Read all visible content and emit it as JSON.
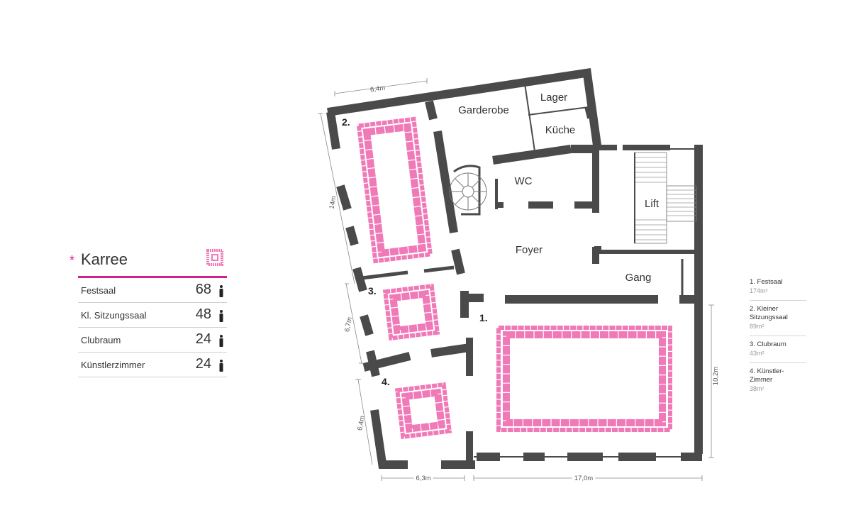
{
  "panel": {
    "star": "*",
    "title": "Karree",
    "rows": [
      {
        "name": "Festsaal",
        "count": "68"
      },
      {
        "name": "Kl. Sitzungssaal",
        "count": "48"
      },
      {
        "name": "Clubraum",
        "count": "24"
      },
      {
        "name": "Künstlerzimmer",
        "count": "24"
      }
    ]
  },
  "legend": [
    {
      "name": "1. Festsaal",
      "area": "174m²"
    },
    {
      "name": "2. Kleiner\nSitzungssaal",
      "area": "89m²"
    },
    {
      "name": "3. Clubraum",
      "area": "43m²"
    },
    {
      "name": "4. Künstler-\nZimmer",
      "area": "38m²"
    }
  ],
  "plan": {
    "rooms": {
      "garderobe": "Garderobe",
      "lager": "Lager",
      "kueche": "Küche",
      "wc": "WC",
      "lift": "Lift",
      "foyer": "Foyer",
      "gang": "Gang"
    },
    "numbers": {
      "r1": "1.",
      "r2": "2.",
      "r3": "3.",
      "r4": "4."
    },
    "dimensions": {
      "top": "6,4m",
      "left_upper": "14m",
      "left_middle": "6,7m",
      "left_lower": "6,4m",
      "bottom_left": "6,3m",
      "bottom_right": "17,0m",
      "right": "10,2m"
    }
  },
  "colors": {
    "accent": "#d61e8c",
    "seat": "#f07ab8",
    "wall": "#4a4a4a"
  }
}
